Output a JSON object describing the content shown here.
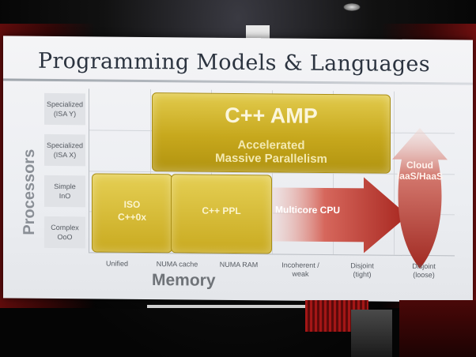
{
  "slide": {
    "title": "Programming Models & Languages",
    "y_axis_title": "Processors",
    "x_axis_title": "Memory",
    "y_labels": [
      {
        "text": "Specialized\n(ISA Y)"
      },
      {
        "text": "Specialized\n(ISA X)"
      },
      {
        "text": "Simple\nInO"
      },
      {
        "text": "Complex\nOoO"
      }
    ],
    "x_labels": [
      {
        "text": "Unified"
      },
      {
        "text": "NUMA cache"
      },
      {
        "text": "NUMA RAM"
      },
      {
        "text": "Incoherent /\nweak"
      },
      {
        "text": "Disjoint\n(tight)"
      },
      {
        "text": "Disjoint\n(loose)"
      }
    ],
    "blocks": {
      "amp_title": "C++ AMP",
      "amp_subtitle": "Accelerated\nMassive Parallelism",
      "iso": "ISO\nC++0x",
      "ppl": "C++ PPL",
      "multicore": "Multicore CPU",
      "cloud": "Cloud\nIaaS/HaaS"
    }
  },
  "colors": {
    "gold": "#c7a81d",
    "red_arrow": "#b9352c",
    "title": "#2c3440"
  }
}
